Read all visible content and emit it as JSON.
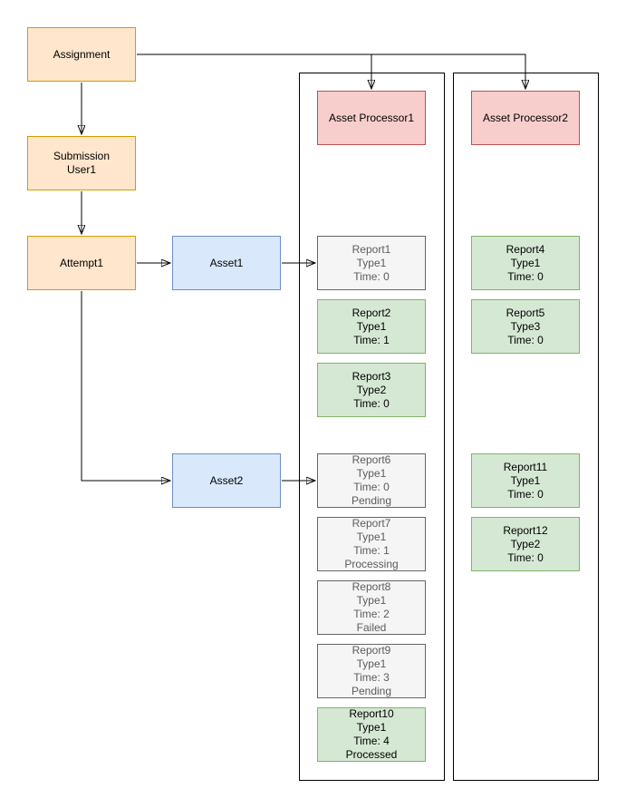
{
  "palette": {
    "orange_fill": "#FFE6CC",
    "orange_border": "#D79B00",
    "blue_fill": "#DAE8FC",
    "blue_border": "#6C8EBF",
    "pink_fill": "#F8CECC",
    "pink_border": "#B85450",
    "green_fill": "#D5E8D4",
    "green_border": "#82B366",
    "gray_fill": "#F5F5F5",
    "gray_border": "#666666",
    "edge_color": "#000000"
  },
  "nodes": {
    "assignment": {
      "label": "Assignment"
    },
    "submission": {
      "line1": "Submission",
      "line2": "User1"
    },
    "attempt1": {
      "label": "Attempt1"
    },
    "asset1": {
      "label": "Asset1"
    },
    "asset2": {
      "label": "Asset2"
    },
    "processor1": {
      "label": "Asset Processor1"
    },
    "processor2": {
      "label": "Asset Processor2"
    }
  },
  "processor1_reports": [
    {
      "name": "Report1",
      "type": "Type1",
      "time": "Time: 0",
      "status": "",
      "variant": "gray"
    },
    {
      "name": "Report2",
      "type": "Type1",
      "time": "Time: 1",
      "status": "",
      "variant": "green"
    },
    {
      "name": "Report3",
      "type": "Type2",
      "time": "Time: 0",
      "status": "",
      "variant": "green"
    },
    {
      "name": "Report6",
      "type": "Type1",
      "time": "Time: 0",
      "status": "Pending",
      "variant": "gray"
    },
    {
      "name": "Report7",
      "type": "Type1",
      "time": "Time: 1",
      "status": "Processing",
      "variant": "gray"
    },
    {
      "name": "Report8",
      "type": "Type1",
      "time": "Time: 2",
      "status": "Failed",
      "variant": "gray"
    },
    {
      "name": "Report9",
      "type": "Type1",
      "time": "Time: 3",
      "status": "Pending",
      "variant": "gray"
    },
    {
      "name": "Report10",
      "type": "Type1",
      "time": "Time: 4",
      "status": "Processed",
      "variant": "green"
    }
  ],
  "processor2_reports": [
    {
      "name": "Report4",
      "type": "Type1",
      "time": "Time: 0",
      "status": "",
      "variant": "green"
    },
    {
      "name": "Report5",
      "type": "Type3",
      "time": "Time: 0",
      "status": "",
      "variant": "green"
    },
    {
      "name": "Report11",
      "type": "Type1",
      "time": "Time: 0",
      "status": "",
      "variant": "green"
    },
    {
      "name": "Report12",
      "type": "Type2",
      "time": "Time: 0",
      "status": "",
      "variant": "green"
    }
  ]
}
